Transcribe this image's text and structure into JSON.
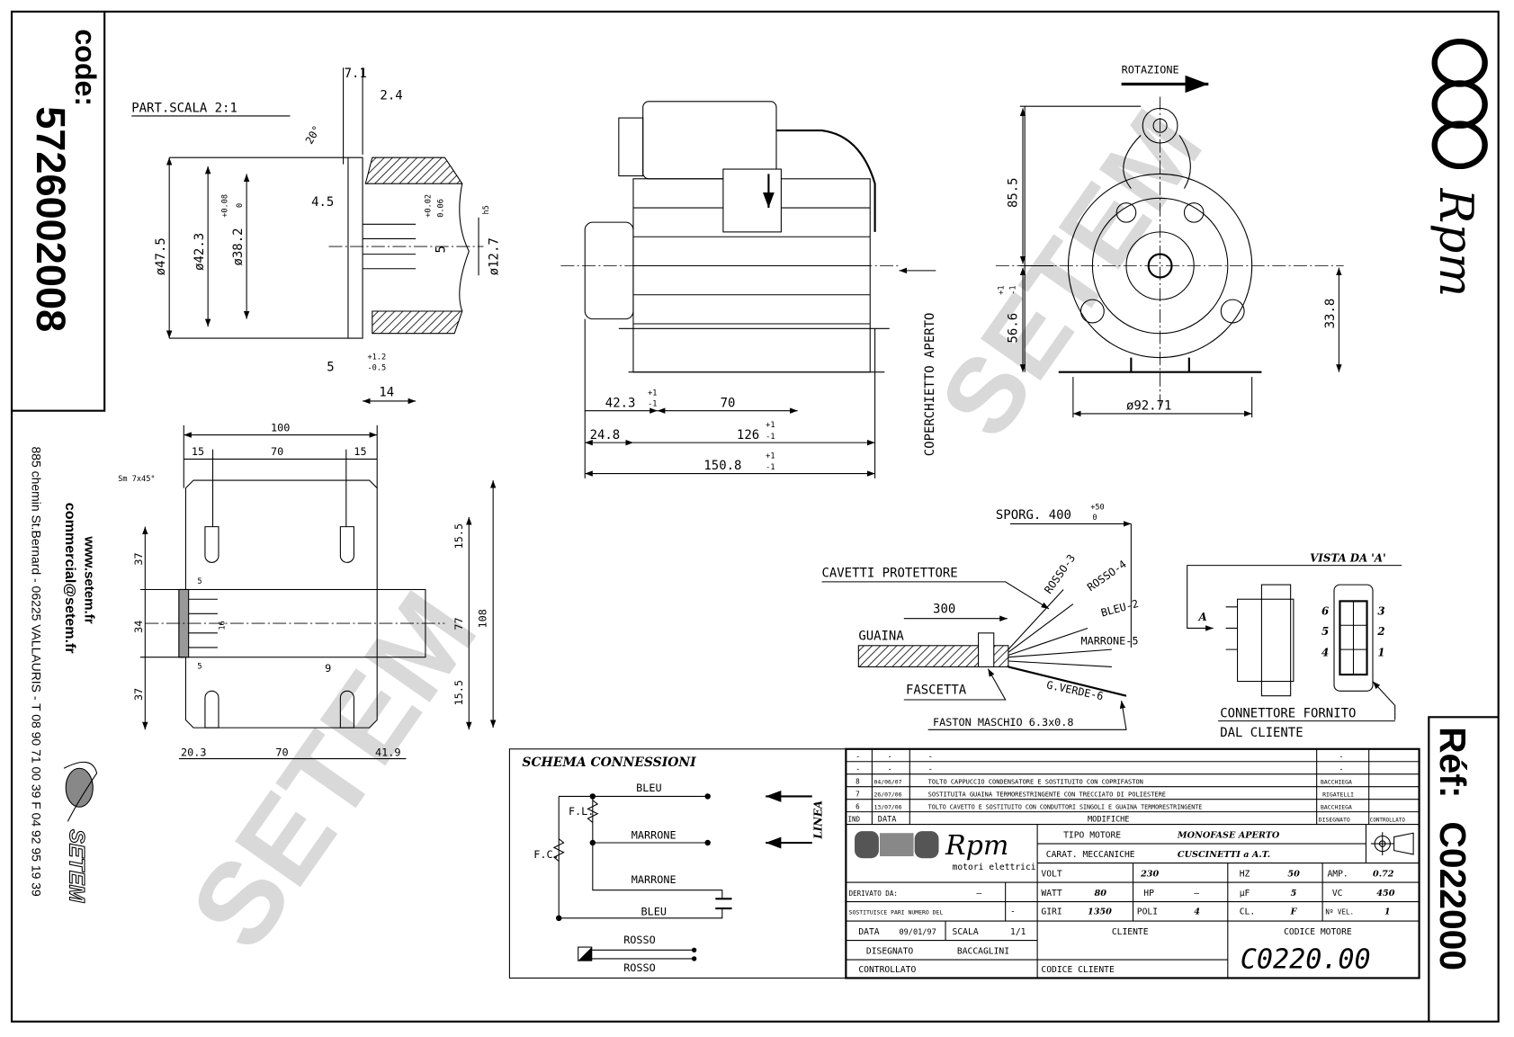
{
  "sidebar": {
    "code_label": "code:",
    "code_value": "5726002008",
    "website": "www.setem.fr",
    "email": "commercial@setem.fr",
    "address": "885 chemin St.Bernard  -  06225 VALLAURIS  -  T 08 90 71 00 39   F 04 92 95 19 39",
    "brand": "SETEM"
  },
  "right_band": {
    "brand": "Rpm",
    "ref_label": "Réf:",
    "ref_value": "C022000"
  },
  "watermark": "SETEM",
  "part_detail": {
    "title": "PART.SCALA 2:1",
    "dims": [
      "7.1",
      "2.4",
      "20°",
      "4.5",
      "ø47.5",
      "ø42.3",
      "ø38.2",
      "+0.08",
      "0",
      "+0.02",
      "0.06",
      "5",
      "ø12.7",
      "h5",
      "5",
      "+1.2",
      "-0.5",
      "14"
    ]
  },
  "side_view": {
    "dims": [
      "42.3",
      "+1",
      "-1",
      "70",
      "24.8",
      "126",
      "+1",
      "-1",
      "150.8",
      "+1",
      "-1"
    ],
    "cover_label": "COPERCHIETTO APERTO"
  },
  "front_view": {
    "rotation_label": "ROTAZIONE",
    "dims": [
      "85.5",
      "56.6",
      "+1",
      "-1",
      "33.8",
      "ø92.71"
    ]
  },
  "bracket": {
    "dims": [
      "100",
      "15",
      "70",
      "15",
      "Sm 7x45°",
      "37",
      "34",
      "37",
      "5",
      "16",
      "5",
      "15.5",
      "77",
      "108",
      "9",
      "15.5",
      "20.3",
      "70",
      "41.9"
    ]
  },
  "wiring": {
    "sporg": "SPORG. 400",
    "sporg_tol_plus": "+50",
    "sporg_tol_minus": "0",
    "cavetti": "CAVETTI PROTETTORE",
    "len300": "300",
    "guaina": "GUAINA",
    "fascetta": "FASCETTA",
    "faston": "FASTON MASCHIO 6.3x0.8",
    "wires": [
      "ROSSO-3",
      "ROSSO-4",
      "BLEU-2",
      "MARRONE-5",
      "G.VERDE-6"
    ]
  },
  "connector": {
    "title": "VISTA DA 'A'",
    "arrow_label": "A",
    "pins": [
      "6",
      "5",
      "4",
      "3",
      "2",
      "1"
    ],
    "caption_line1": "CONNETTORE FORNITO",
    "caption_line2": "DAL CLIENTE"
  },
  "schema": {
    "title": "SCHEMA CONNESSIONI",
    "wires": [
      "BLEU",
      "MARRONE",
      "MARRONE",
      "BLEU",
      "ROSSO",
      "ROSSO"
    ],
    "fl": "F.L.",
    "fc": "F.C.",
    "linea": "LINEA"
  },
  "modifications": {
    "rows": [
      {
        "ind": "-",
        "data": "-",
        "text": "-",
        "disegnato": "-",
        "controllato": ""
      },
      {
        "ind": "-",
        "data": "-",
        "text": "-",
        "disegnato": "-",
        "controllato": ""
      },
      {
        "ind": "8",
        "data": "04/06/07",
        "text": "TOLTO CAPPUCCIO CONDENSATORE E SOSTITUITO CON COPRIFASTON",
        "disegnato": "BACCHIEGA",
        "controllato": ""
      },
      {
        "ind": "7",
        "data": "26/07/06",
        "text": "SOSTITUITA GUAINA TERMORESTRINGENTE CON TRECCIATO DI POLIESTERE",
        "disegnato": "RIGATELLI",
        "controllato": ""
      },
      {
        "ind": "6",
        "data": "13/07/06",
        "text": "TOLTO CAVETTO  E SOSTITUITO CON CONDUTTORI SINGOLI E GUAINA TERMORESTRINGENTE",
        "disegnato": "BACCHIEGA",
        "controllato": ""
      }
    ],
    "headers": {
      "ind": "IND",
      "data": "DATA",
      "modifiche": "MODIFICHE",
      "disegnato": "DISEGNATO",
      "controllato": "CONTROLLATO"
    }
  },
  "title_block": {
    "logo_text": "Rpm",
    "logo_sub": "motori elettrici",
    "tipo_motore_label": "TIPO MOTORE",
    "tipo_motore": "MONOFASE APERTO",
    "carat_label": "CARAT. MECCANICHE",
    "carat": "CUSCINETTI a A.T.",
    "volt_label": "VOLT",
    "volt": "230",
    "hz_label": "HZ",
    "hz": "50",
    "amp_label": "AMP.",
    "amp": "0.72",
    "derivato_label": "DERIVATO DA:",
    "derivato": "—",
    "watt_label": "WATT",
    "watt": "80",
    "hp_label": "HP",
    "hp": "—",
    "uf_label": "µF",
    "uf": "5",
    "vc_label": "VC",
    "vc": "450",
    "sostituisce_label": "SOSTITUISCE PARI NUMERO DEL",
    "sostituisce": "-",
    "giri_label": "GIRI",
    "giri": "1350",
    "poli_label": "POLI",
    "poli": "4",
    "cl_label": "CL.",
    "cl": "F",
    "nvel_label": "Nº VEL.",
    "nvel": "1",
    "data_label": "DATA",
    "data": "09/01/97",
    "scala_label": "SCALA",
    "scala": "1/1",
    "disegnato_label": "DISEGNATO",
    "disegnato": "BACCAGLINI",
    "controllato_label": "CONTROLLATO",
    "cliente_label": "CLIENTE",
    "codice_cliente_label": "CODICE CLIENTE",
    "codice_motore_label": "CODICE MOTORE",
    "codice_motore": "C0220.00"
  }
}
